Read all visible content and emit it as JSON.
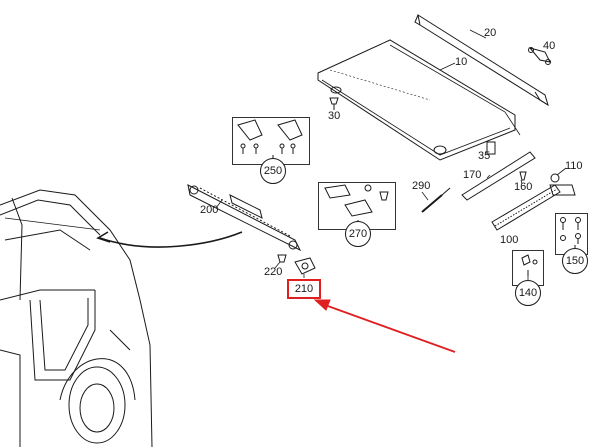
{
  "diagram": {
    "callouts": {
      "c20": "20",
      "c40": "40",
      "c10": "10",
      "c30": "30",
      "c35": "35",
      "c110": "110",
      "c160": "160",
      "c170": "170",
      "c290": "290",
      "c200": "200",
      "c100": "100",
      "c220": "220",
      "c210": "210"
    },
    "groups": {
      "g250": "250",
      "g270": "270",
      "g140": "140",
      "g150": "150"
    },
    "highlight": {
      "part": "210",
      "color": "#e02020"
    },
    "line_color": "#1a1a1a",
    "arrow_color": "#e02020"
  }
}
